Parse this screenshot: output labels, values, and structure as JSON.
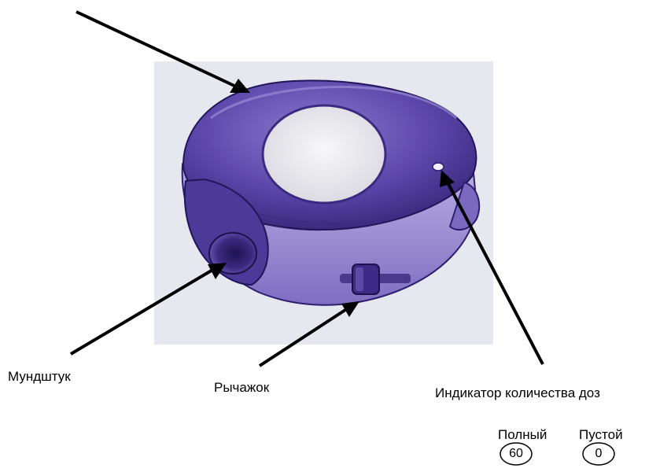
{
  "labels": {
    "mouthpiece": "Мундштук",
    "lever": "Рычажок",
    "dose_counter": "Индикатор количества доз",
    "full": "Полный",
    "empty": "Пустой"
  },
  "counter_values": {
    "full": "60",
    "empty": "0"
  },
  "colors": {
    "device_dark": "#3d2a86",
    "device_mid": "#6a55b6",
    "device_light": "#a99ad8",
    "cap_white": "#ecebef",
    "photo_background": "#e6e8f0",
    "arrow": "#000000"
  }
}
